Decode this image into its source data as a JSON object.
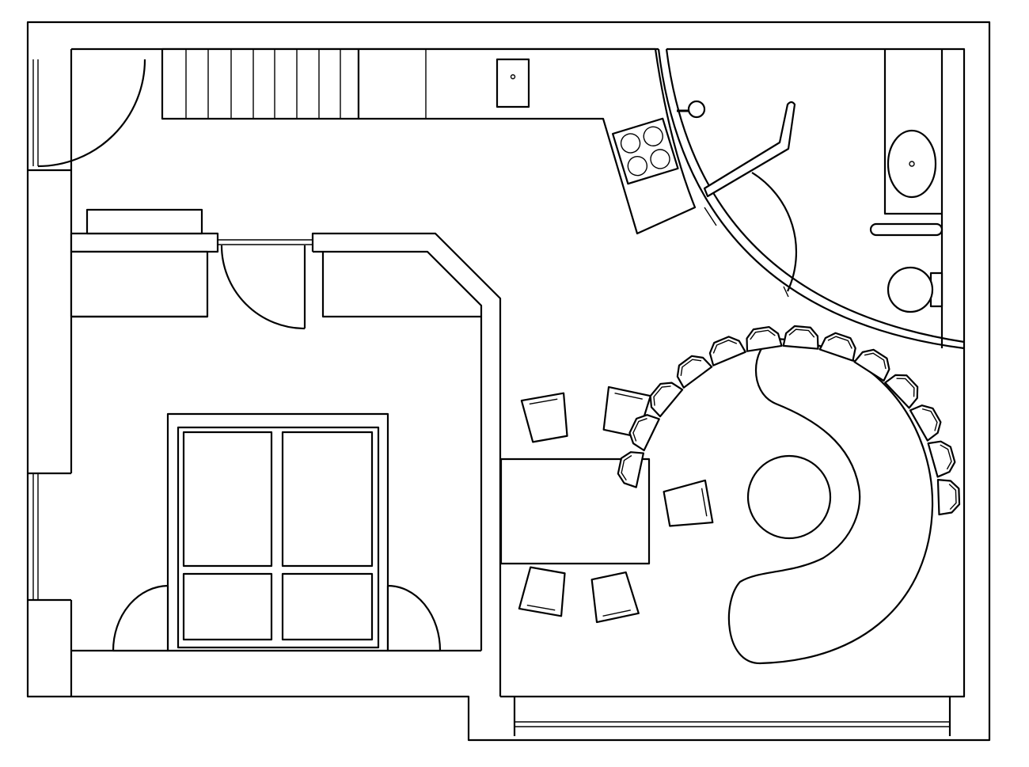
{
  "plan": {
    "line_color": "#000000",
    "background_color": "#ffffff",
    "stair_steps": 9,
    "dining_chairs": 5,
    "bench_seats": 13
  }
}
